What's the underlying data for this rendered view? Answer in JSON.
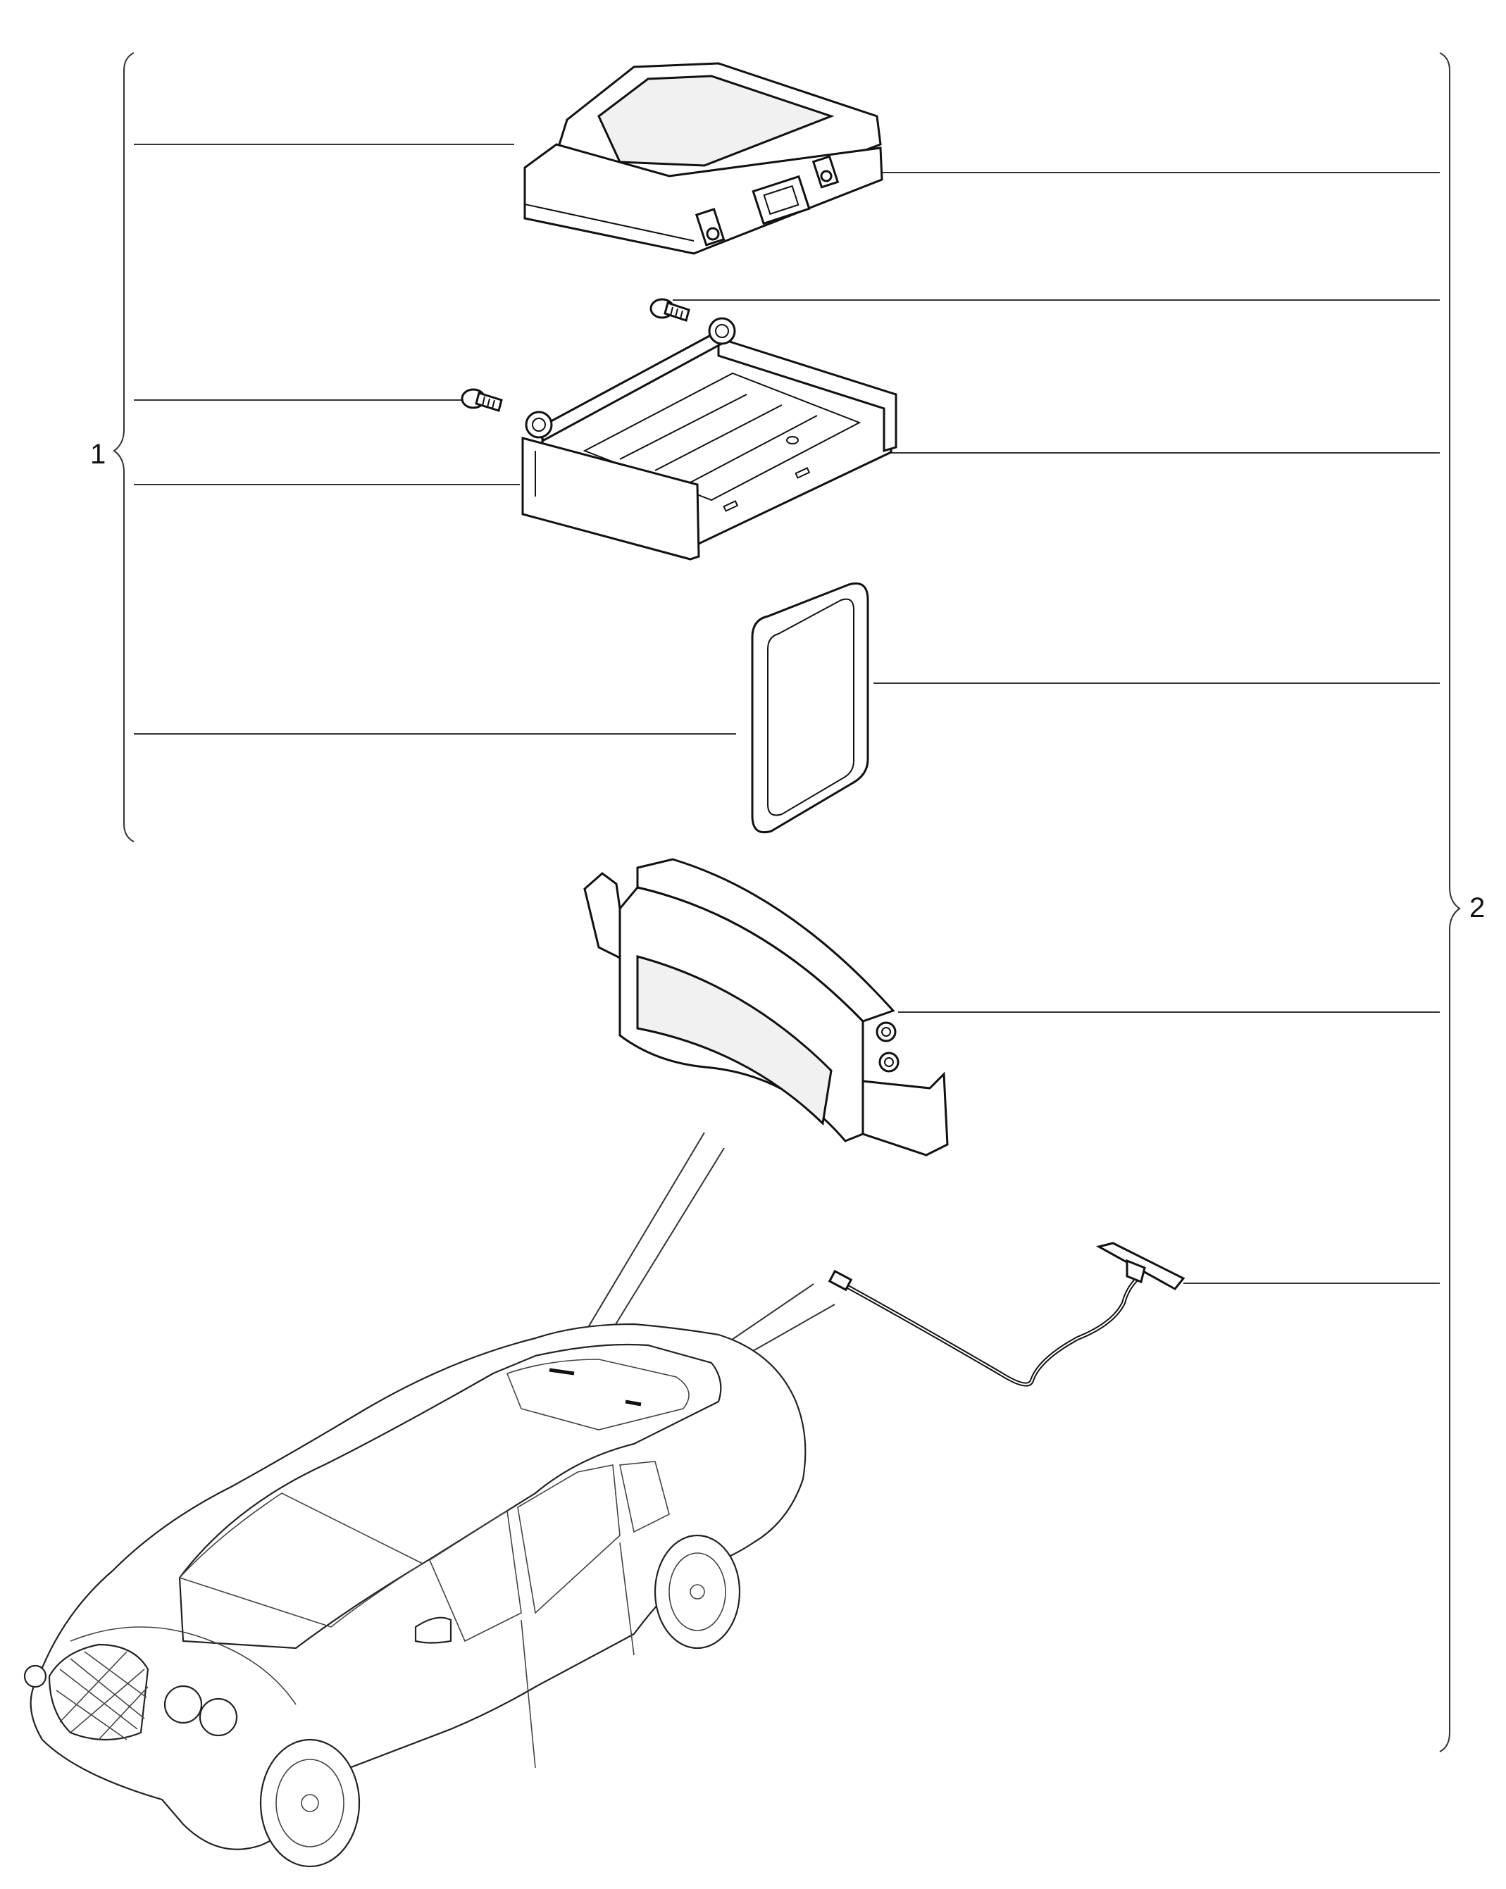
{
  "callouts": [
    {
      "id": "group-1",
      "label": "1"
    },
    {
      "id": "group-2",
      "label": "2"
    }
  ],
  "parts": [
    {
      "id": "control-module",
      "icon": "control-module-icon"
    },
    {
      "id": "screw-upper",
      "icon": "screw-icon"
    },
    {
      "id": "mounting-bracket",
      "icon": "bracket-icon"
    },
    {
      "id": "screw-lower",
      "icon": "screw-icon"
    },
    {
      "id": "rubber-gasket",
      "icon": "gasket-icon"
    },
    {
      "id": "antenna-housing",
      "icon": "antenna-housing-icon"
    },
    {
      "id": "antenna-cable",
      "icon": "cable-icon"
    },
    {
      "id": "vehicle",
      "icon": "car-icon"
    }
  ]
}
